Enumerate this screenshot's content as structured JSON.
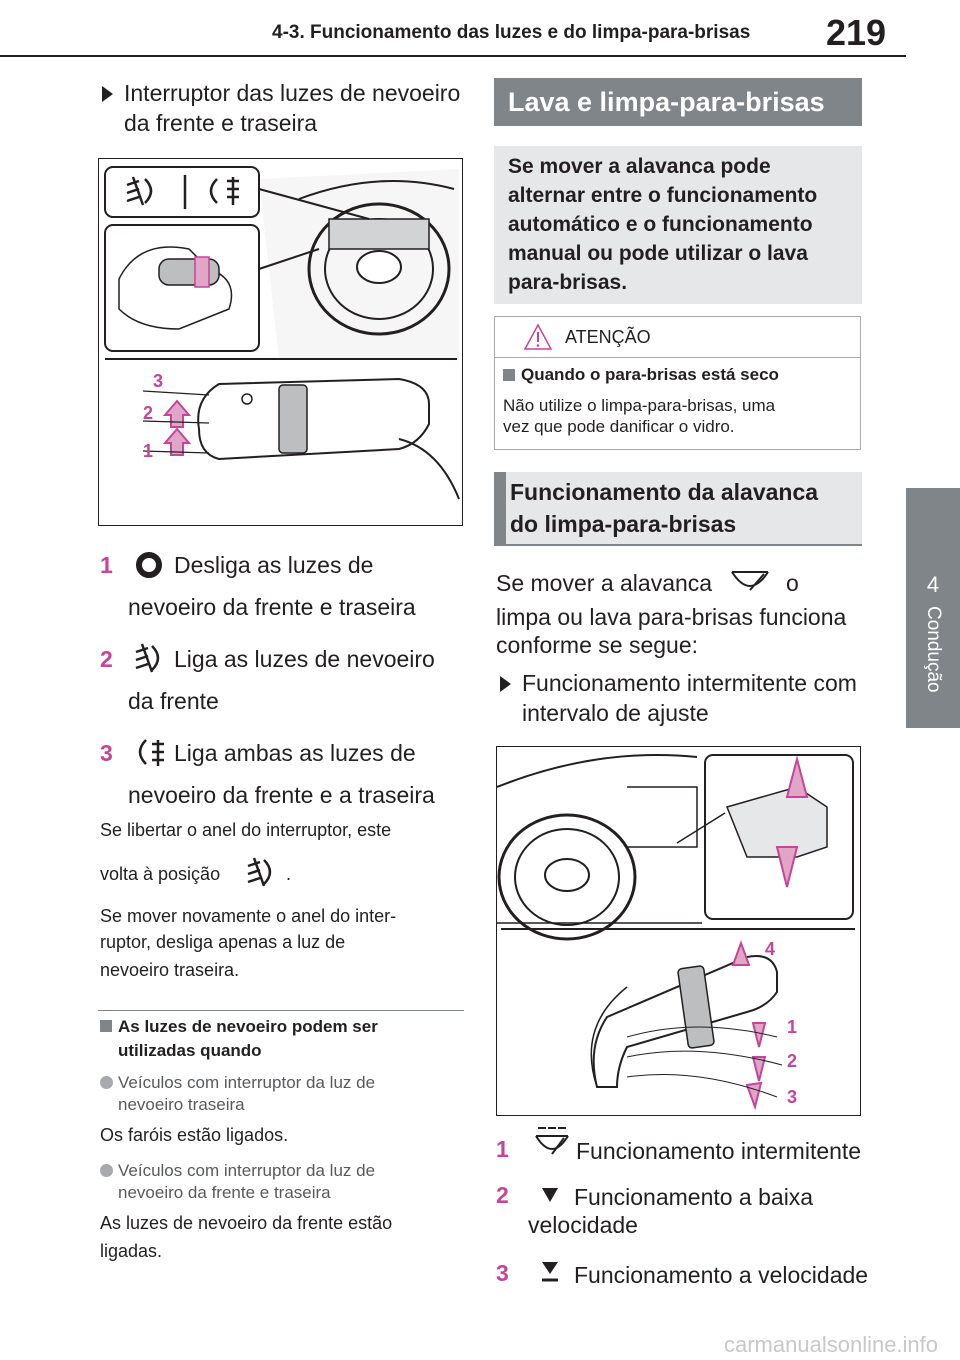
{
  "header": {
    "section": "4-3. Funcionamento das luzes e do limpa-para-brisas",
    "page": "219"
  },
  "side_tab": {
    "number": "4",
    "label": "Condução"
  },
  "left": {
    "heading_line1": "Interruptor das luzes de nevoeiro",
    "heading_line2": "da frente e traseira",
    "figure1_callouts": [
      "3",
      "2",
      "1"
    ],
    "items": [
      {
        "num": "1",
        "line1": "Desliga as luzes de",
        "line2": "nevoeiro da frente e traseira"
      },
      {
        "num": "2",
        "line1": "Liga as luzes de nevoeiro",
        "line2": "da frente"
      },
      {
        "num": "3",
        "line1": "Liga ambas as luzes de",
        "line2": "nevoeiro da frente e a traseira"
      }
    ],
    "note1_line1": "Se libertar o anel do interruptor, este",
    "note1_line2": "volta à posição",
    "note1_end": ".",
    "note2_line1": "Se mover novamente o anel do inter-",
    "note2_line2": "ruptor, desliga apenas a luz de",
    "note2_line3": "nevoeiro traseira.",
    "subsection_line1": "As luzes de nevoeiro podem ser",
    "subsection_line2": "utilizadas quando",
    "bullet1_line1": "Veículos com interruptor da luz de",
    "bullet1_line2": "nevoeiro traseira",
    "bullet1_text": "Os faróis estão ligados.",
    "bullet2_line1": "Veículos com interruptor da luz de",
    "bullet2_line2": "nevoeiro da frente e traseira",
    "bullet2_text_line1": "As luzes de nevoeiro da frente estão",
    "bullet2_text_line2": "ligadas."
  },
  "right": {
    "section_title": "Lava e limpa-para-brisas",
    "intro_lines": [
      "Se mover a alavanca pode",
      "alternar entre o funcionamento",
      "automático e o funcionamento",
      "manual ou pode utilizar o lava",
      "para-brisas."
    ],
    "caution_title": "ATENÇÃO",
    "caution_heading": "Quando o para-brisas está seco",
    "caution_text_line1": "Não utilize o limpa-para-brisas, uma",
    "caution_text_line2": "vez que pode danificar o vidro.",
    "subsection_line1": "Funcionamento da alavanca",
    "subsection_line2": "do limpa-para-brisas",
    "body_line1a": "Se mover a alavanca",
    "body_line1b": "o",
    "body_line2": "limpa ou lava para-brisas funciona",
    "body_line3": "conforme se segue:",
    "arrow_item_line1": "Funcionamento intermitente com",
    "arrow_item_line2": "intervalo de ajuste",
    "figure2_callouts": [
      "4",
      "1",
      "2",
      "3"
    ],
    "items": [
      {
        "num": "1",
        "text": "Funcionamento intermitente"
      },
      {
        "num": "2",
        "line1": "Funcionamento a baixa",
        "line2": "velocidade"
      },
      {
        "num": "3",
        "text": "Funcionamento a velocidade"
      }
    ]
  },
  "footer": {
    "watermark": "carmanualsonline.info"
  },
  "colors": {
    "accent": "#c6449a",
    "tab_gray": "#7f8588",
    "light_gray": "#e6e7e8"
  }
}
